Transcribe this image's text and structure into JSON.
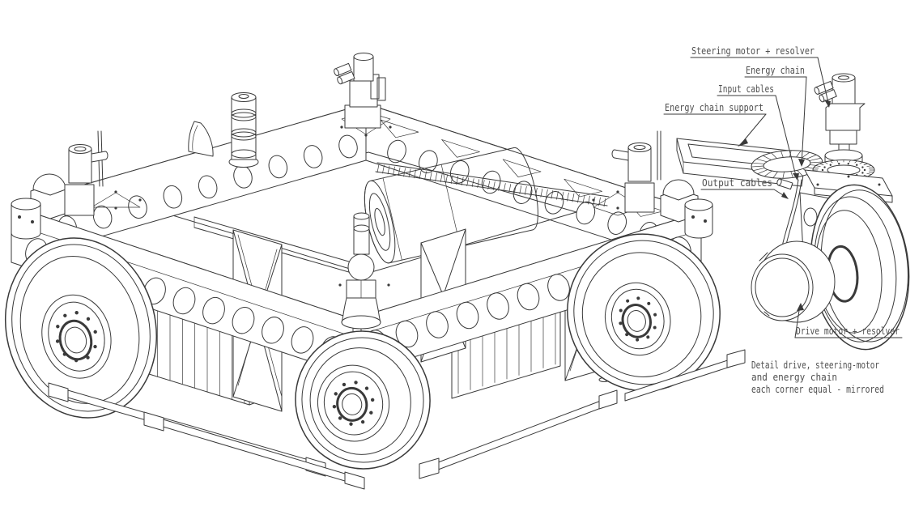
{
  "page": {
    "background_color": "#ffffff",
    "line_color": "#3a3a3a",
    "text_color": "#4f4f4f"
  },
  "detail_view": {
    "callouts": [
      {
        "id": "steering-motor",
        "label": "Steering motor + resolver"
      },
      {
        "id": "energy-chain",
        "label": "Energy chain"
      },
      {
        "id": "input-cables",
        "label": "Input cables"
      },
      {
        "id": "energy-chain-support",
        "label": "Energy chain support"
      },
      {
        "id": "output-cables",
        "label": "Output cables"
      },
      {
        "id": "drive-motor",
        "label": "Drive motor + resolver"
      }
    ],
    "caption_lines": [
      "Detail drive, steering-motor",
      "and energy chain",
      "each corner equal - mirrored"
    ]
  }
}
